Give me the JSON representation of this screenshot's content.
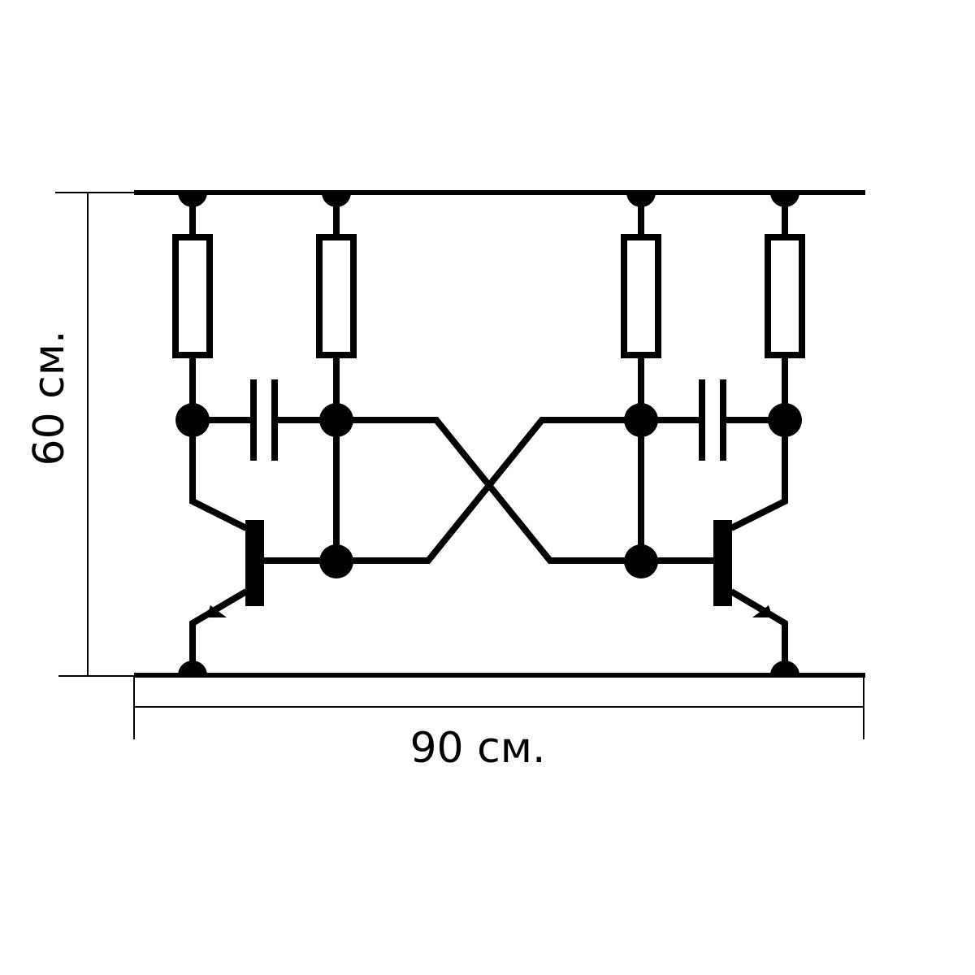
{
  "dimensions": {
    "height_label": "60 см.",
    "width_label": "90 см."
  },
  "colors": {
    "ink": "#000000",
    "background": "#ffffff"
  },
  "components": {
    "resistors": 4,
    "capacitors": 2,
    "transistors": 2
  }
}
